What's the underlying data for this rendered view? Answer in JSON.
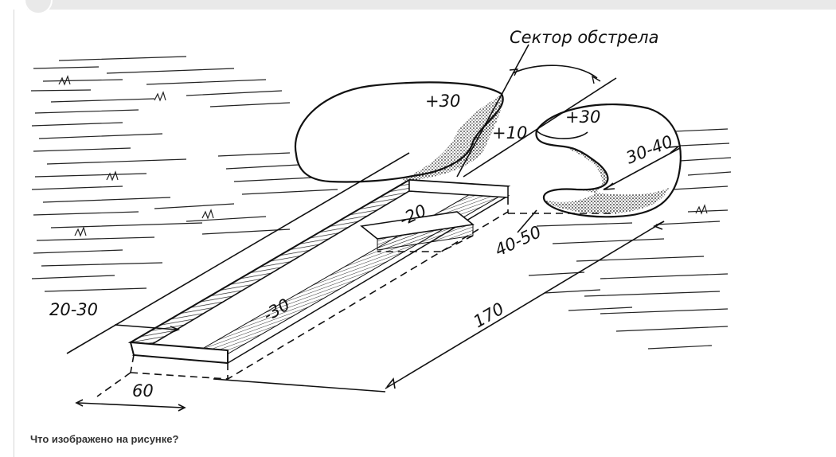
{
  "figure": {
    "labels": {
      "sector": "Сектор обстрела",
      "p30_left": "+30",
      "p30_right": "+30",
      "p10": "+10",
      "w3040": "30-40",
      "m20": "-20",
      "w4050": "40-50",
      "m30": "-30",
      "w2030": "20-30",
      "l170": "170",
      "w60": "60"
    }
  },
  "question": {
    "text": "Что изображено на рисунке?"
  }
}
